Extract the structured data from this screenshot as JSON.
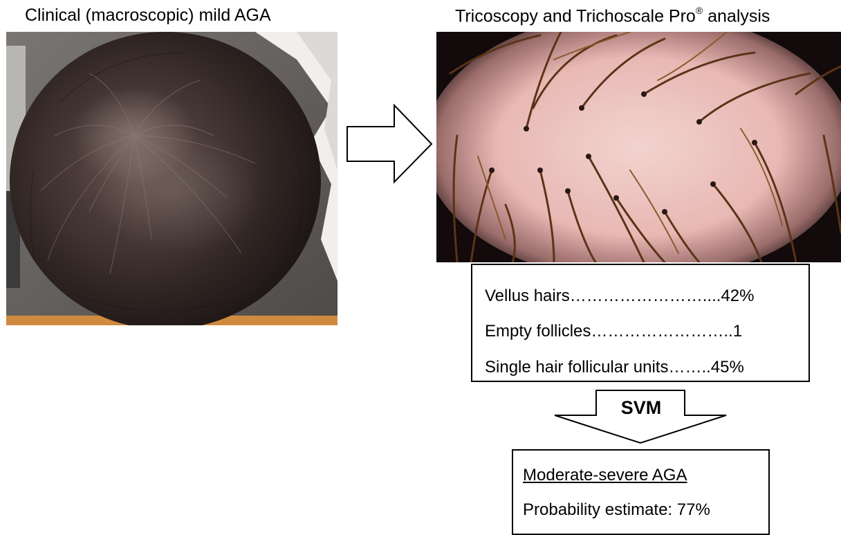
{
  "left_panel": {
    "title": "Clinical (macroscopic) mild AGA"
  },
  "right_panel": {
    "title_main": "Tricoscopy and Trichoscale Pro",
    "title_sup": "®",
    "title_tail": " analysis"
  },
  "metrics": [
    {
      "text": "Vellus hairs……………………....42%"
    },
    {
      "text": "Empty follicles……………………..1"
    },
    {
      "text": "Single hair follicular units……..45%"
    }
  ],
  "classifier": {
    "label": "SVM"
  },
  "result": {
    "title": "Moderate-severe AGA",
    "probability": "Probability estimate: 77%"
  }
}
